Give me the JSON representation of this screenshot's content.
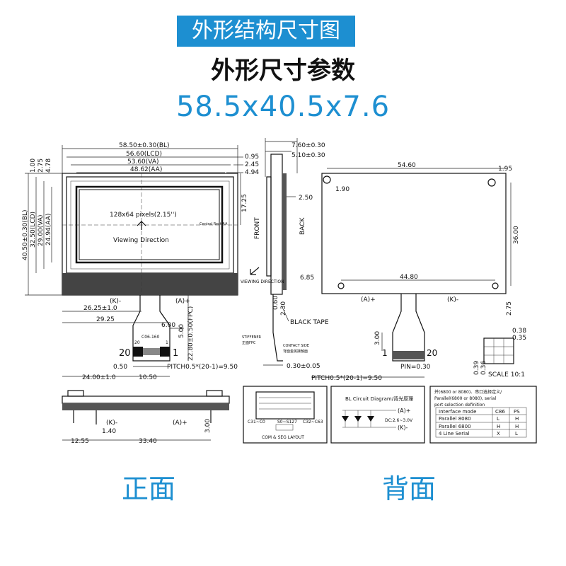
{
  "header": {
    "banner": "外形结构尺寸图",
    "subtitle": "外形尺寸参数",
    "dimensions": "58.5x40.5x7.6"
  },
  "front": {
    "bl_width": "58.50±0.30(BL)",
    "lcd_width": "56.60(LCD)",
    "va_width": "53.60(VA)",
    "aa_width": "48.62(AA)",
    "d095": "0.95",
    "d245": "2.45",
    "d494": "4.94",
    "v100": "1.00",
    "v275": "2.75",
    "v478": "4.78",
    "bl_height": "40.50±0.30(BL)",
    "lcd_height": "32.50(LCD)",
    "va_height": "29.00(VA)",
    "aa_height": "24.94(AA)",
    "d1725": "17.25",
    "pixels": "128x64 pixels(2.15'')",
    "viewing": "Viewing Direction",
    "central": "Central Rect AA",
    "k_minus": "(K)-",
    "a_plus": "(A)+",
    "d2625": "26.25±1.0",
    "d2925": "29.25",
    "d600": "6.00",
    "d500": "5.00",
    "d2280": "22.80±0.50(FPC)",
    "fpc_code": "C06-160",
    "pin20": "20",
    "pin1": "1",
    "d050": "0.50",
    "d1050": "10.50",
    "d2400": "24.00±1.0",
    "pitch": "PITCH0.5*(20-1)=9.50",
    "mark20": "20",
    "mark1": "1"
  },
  "side": {
    "d760": "7.60±0.30",
    "d510": "5.10±0.30",
    "d250": "2.50",
    "front": "FRONT",
    "back": "BACK",
    "viewing_direction": "VIEWING DIRECTION",
    "d060": "0.60",
    "d230": "2.30",
    "black_tape": "BLACK TAPE",
    "stiffener": "STIFFENER",
    "contact_side": "CONTACT SIDE",
    "d030": "0.30±0.05",
    "note_stiffener": "正面FPC",
    "note_contact": "背面金属接触面"
  },
  "back": {
    "d5460": "54.60",
    "d195": "1.95",
    "hole": "1.90",
    "d3600": "36.00",
    "d685": "6.85",
    "d4480": "44.80",
    "a_plus": "(A)+",
    "k_minus": "(K)-",
    "d275": "2.75",
    "d300": "3.00",
    "pin1": "1",
    "pin20": "20",
    "pin_w": "PIN=0.30",
    "pitch": "PITCH0.5*(20-1)=9.50",
    "d038": "0.38",
    "d035": "0.35",
    "d039": "0.39",
    "d036": "0.36",
    "scale": "SCALE 10:1"
  },
  "bottom": {
    "k_minus": "(K)-",
    "a_plus": "(A)+",
    "d140": "1.40",
    "d300": "3.00",
    "d1255": "12.55",
    "d3340": "33.40",
    "seg_c31": "C31~C0",
    "seg_s0": "S0~S127",
    "seg_c32": "C32~C63",
    "seg_title": "COM & SEG LAYOUT",
    "bl_title": "BL Circuit Diagram/背光原理",
    "bl_a": "(A)+",
    "bl_k": "(K)-",
    "bl_dc": "DC:2.6~3.0V",
    "table_title1": "并(6800 or 8080)、串口选择定义/",
    "table_title2": "Parallel(6800 or 8080), serial",
    "table_title3": "port selection definition",
    "table_head": [
      "Interface mode",
      "C86",
      "PS"
    ],
    "table_rows": [
      [
        "Parallel 8080",
        "L",
        "H"
      ],
      [
        "Parallel 6800",
        "H",
        "H"
      ],
      [
        "4 Line Serial",
        "X",
        "L"
      ]
    ]
  },
  "footer": {
    "front_label": "正面",
    "back_label": "背面"
  }
}
